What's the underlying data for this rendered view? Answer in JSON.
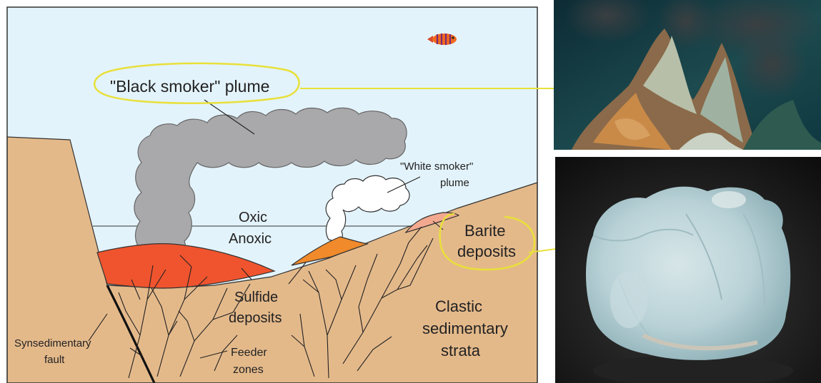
{
  "labels": {
    "black_smoker": "\"Black smoker\" plume",
    "white_smoker_line1": "\"White smoker\"",
    "white_smoker_line2": "plume",
    "oxic": "Oxic",
    "anoxic": "Anoxic",
    "barite_line1": "Barite",
    "barite_line2": "deposits",
    "sulfide_line1": "Sulfide",
    "sulfide_line2": "deposits",
    "clastic_line1": "Clastic",
    "clastic_line2": "sedimentary",
    "clastic_line3": "strata",
    "fault_line1": "Synsedimentary",
    "fault_line2": "fault",
    "feeder_line1": "Feeder",
    "feeder_line2": "zones"
  },
  "colors": {
    "seawater": "#e3f3fb",
    "sediment": "#e4b98a",
    "sulfide": "#f0542e",
    "sulfide_small": "#f08a2a",
    "barite": "#f3a98f",
    "black_plume": "#a9a9ab",
    "white_plume": "#ffffff",
    "highlight": "#e8e03a",
    "outline": "#000000"
  },
  "photos": {
    "top": "black-smoker-vent-photo",
    "bottom": "barite-crystal-photo"
  }
}
